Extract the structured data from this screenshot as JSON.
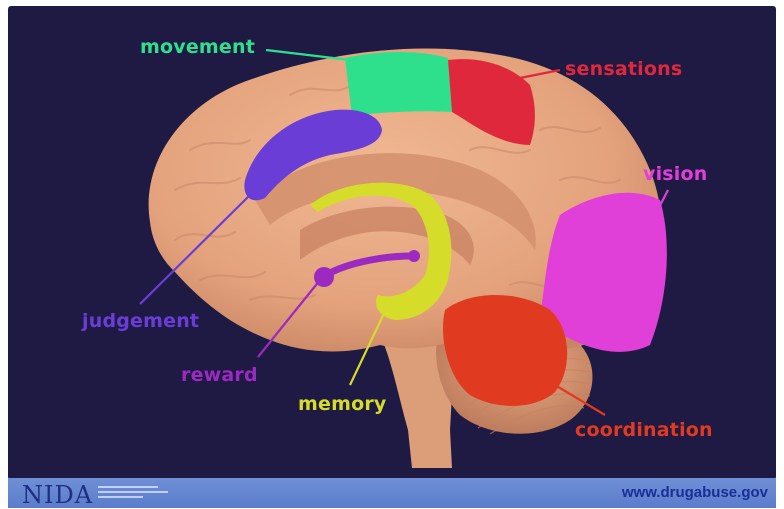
{
  "labels": {
    "movement": "movement",
    "sensations": "sensations",
    "vision": "vision",
    "judgement": "judgement",
    "reward": "reward",
    "memory": "memory",
    "coordination": "coordination"
  },
  "colors": {
    "background": "#1f1a44",
    "brain": "#e6a882",
    "movement": "#2ee08c",
    "sensations": "#e0283c",
    "vision": "#e040d8",
    "judgement": "#6a3ed6",
    "reward": "#9a2ac0",
    "memory": "#d6dc2a",
    "coordination": "#e03a20",
    "footer": "#6a8ad4"
  },
  "footer": {
    "logo": "NIDA",
    "url": "www.drugabuse.gov"
  }
}
